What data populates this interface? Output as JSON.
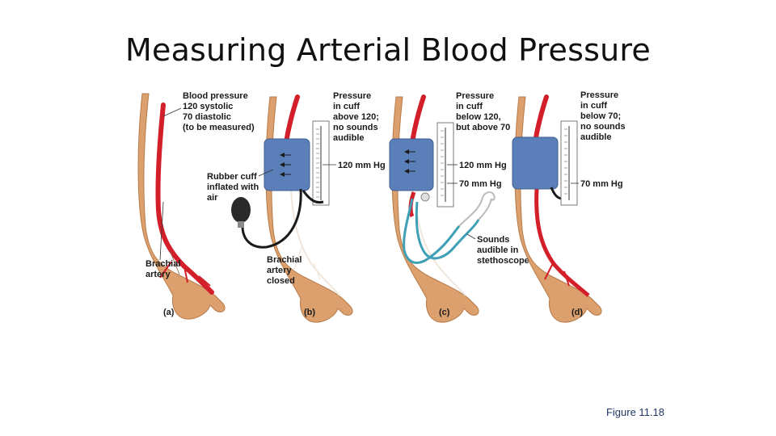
{
  "title": "Measuring Arterial Blood Pressure",
  "caption": "Figure 11.18",
  "colors": {
    "skin": "#dca06f",
    "artery": "#d21f2a",
    "cuff": "#5b7fb8",
    "tube": "#3f9fb5",
    "bulb": "#2a2a2a"
  },
  "panels": [
    {
      "id": "a",
      "label": "(a)",
      "top_text": [
        "Blood pressure",
        "120 systolic",
        "70 diastolic",
        "(to be measured)"
      ],
      "bottom_text": [
        "Brachial",
        "artery"
      ]
    },
    {
      "id": "b",
      "label": "(b)",
      "top_text": [
        "Pressure",
        "in cuff",
        "above 120;",
        "no sounds",
        "audible"
      ],
      "cuff_text": [
        "Rubber cuff",
        "inflated with",
        "air"
      ],
      "gauge_text": "120 mm Hg",
      "bottom_text": [
        "Brachial",
        "artery",
        "closed"
      ]
    },
    {
      "id": "c",
      "label": "(c)",
      "top_text": [
        "Pressure",
        "in cuff",
        "below 120,",
        "but above 70"
      ],
      "gauge_text_1": "120 mm Hg",
      "gauge_text_2": "70 mm Hg",
      "bottom_text": [
        "Sounds",
        "audible in",
        "stethoscope"
      ]
    },
    {
      "id": "d",
      "label": "(d)",
      "top_text": [
        "Pressure",
        "in cuff",
        "below 70;",
        "no sounds",
        "audible"
      ],
      "gauge_text": "70 mm Hg"
    }
  ]
}
